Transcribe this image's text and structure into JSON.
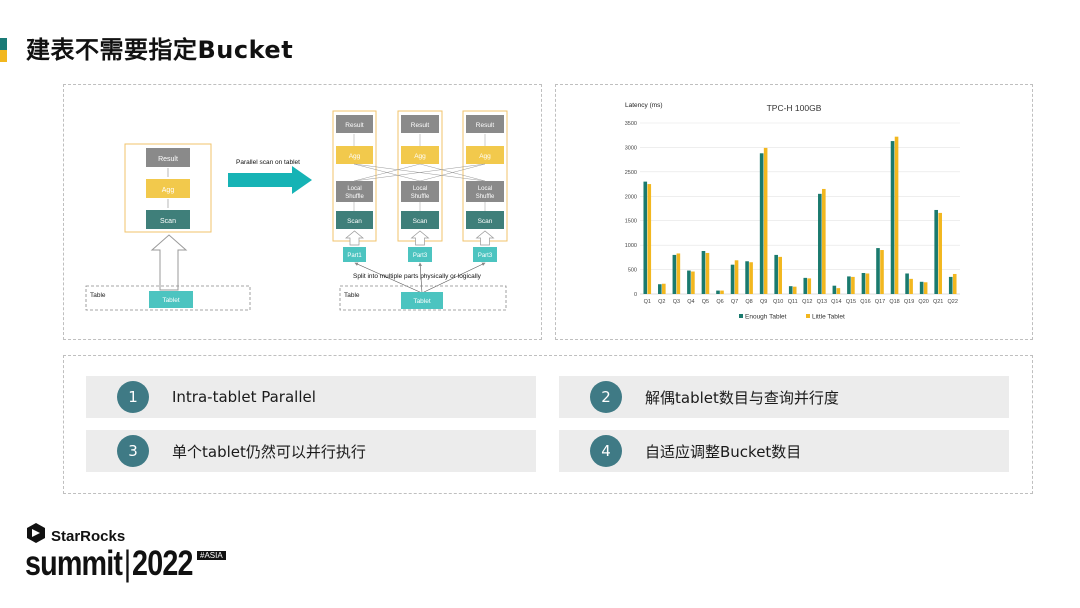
{
  "title": "建表不需要指定Bucket",
  "diagram": {
    "single": {
      "result": "Result",
      "agg": "Agg",
      "scan": "Scan",
      "table": "Table",
      "tablet": "Tablet"
    },
    "arrow_label": "Parallel scan on tablet",
    "pipelines": [
      {
        "result": "Result",
        "agg": "Agg",
        "shuffle": [
          "Local",
          "Shuffle"
        ],
        "scan": "Scan",
        "part": "Part1"
      },
      {
        "result": "Result",
        "agg": "Agg",
        "shuffle": [
          "Local",
          "Shuffle"
        ],
        "scan": "Scan",
        "part": "Part3"
      },
      {
        "result": "Result",
        "agg": "Agg",
        "shuffle": [
          "Local",
          "Shuffle"
        ],
        "scan": "Scan",
        "part": "Part3"
      }
    ],
    "split_label": "Split into multiple parts physically or logically",
    "table": "Table",
    "tablet": "Tablet"
  },
  "chart_data": {
    "type": "bar",
    "title": "TPC-H 100GB",
    "ylabel": "Latency (ms)",
    "xlabel": "",
    "ylim": [
      0,
      3500
    ],
    "yticks": [
      0,
      500,
      1000,
      1500,
      2000,
      2500,
      3000,
      3500
    ],
    "categories": [
      "Q1",
      "Q2",
      "Q3",
      "Q4",
      "Q5",
      "Q6",
      "Q7",
      "Q8",
      "Q9",
      "Q10",
      "Q11",
      "Q12",
      "Q13",
      "Q14",
      "Q15",
      "Q16",
      "Q17",
      "Q18",
      "Q19",
      "Q20",
      "Q21",
      "Q22"
    ],
    "series": [
      {
        "name": "Enough Tablet",
        "color": "#1a7a6e",
        "values": [
          2300,
          200,
          800,
          480,
          880,
          70,
          600,
          670,
          2880,
          800,
          160,
          330,
          2050,
          170,
          360,
          430,
          940,
          3130,
          420,
          250,
          1720,
          350
        ]
      },
      {
        "name": "Little Tablet",
        "color": "#f2b71f",
        "values": [
          2250,
          210,
          830,
          460,
          840,
          70,
          690,
          650,
          2990,
          760,
          150,
          320,
          2150,
          120,
          350,
          420,
          900,
          3220,
          310,
          240,
          1660,
          410
        ]
      }
    ],
    "legend": "bottom",
    "grid": true
  },
  "points": [
    {
      "num": "1",
      "label": "Intra-tablet Parallel"
    },
    {
      "num": "2",
      "label": "解偶tablet数目与查询并行度"
    },
    {
      "num": "3",
      "label": "单个tablet仍然可以并行执行"
    },
    {
      "num": "4",
      "label": "自适应调整Bucket数目"
    }
  ],
  "brand": {
    "name": "StarRocks",
    "event": "summit",
    "year": "2022",
    "tag": "#ASIA"
  },
  "colors": {
    "teal": "#3f7a85",
    "dark_teal": "#1a7a6e",
    "yellow": "#f2b71f",
    "gray_node": "#8a8a8a",
    "light_teal": "#4cc4c0"
  }
}
